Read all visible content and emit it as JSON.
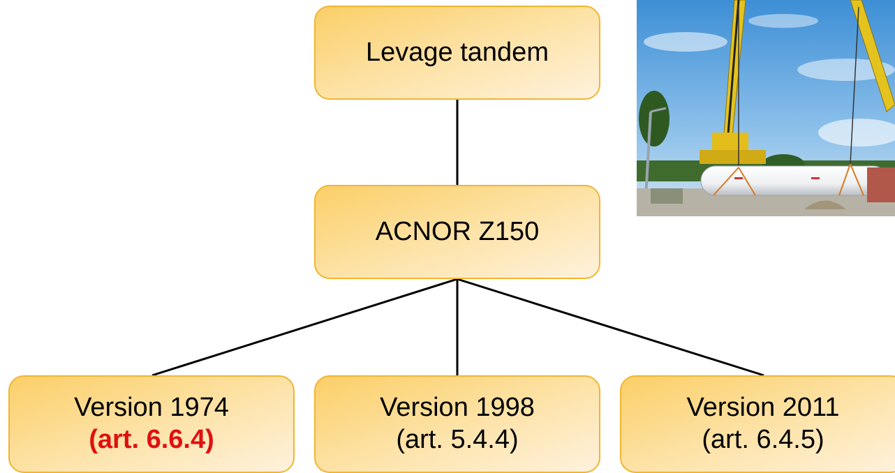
{
  "diagram": {
    "root": {
      "label": "Levage tandem"
    },
    "standard": {
      "label": "ACNOR Z150"
    },
    "versions": [
      {
        "label": "Version 1974",
        "article": "(art. 6.6.4)",
        "highlight": true
      },
      {
        "label": "Version 1998",
        "article": "(art. 5.4.4)",
        "highlight": false
      },
      {
        "label": "Version 2011",
        "article": "(art. 6.4.5)",
        "highlight": false
      }
    ]
  },
  "colors": {
    "node_border": "#f2b531",
    "node_fill_dark": "#fbcf68",
    "node_fill_light": "#fef2dd",
    "connector": "#000000",
    "highlight_text": "#e01010"
  },
  "photo": {
    "subject": "two mobile cranes lifting a long white horizontal tank in tandem"
  }
}
